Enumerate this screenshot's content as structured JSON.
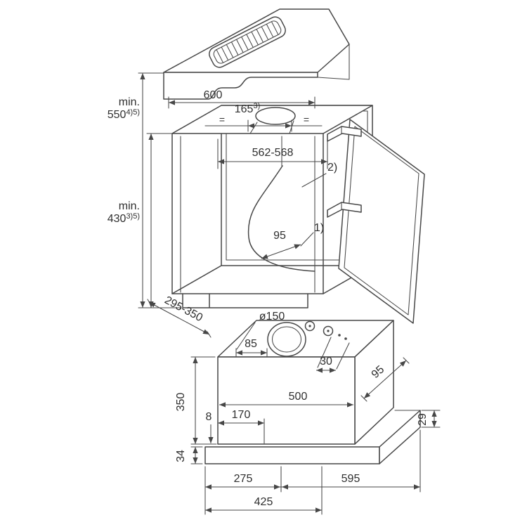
{
  "drawing": {
    "type": "appliance-installation-dimension-diagram",
    "colors": {
      "line": "#474747",
      "text": "#2f2f2f",
      "background": "#ffffff"
    },
    "upper_view": {
      "overall_width": "600",
      "cutout_width": "165",
      "cutout_width_note": "3)",
      "equal_spacing_mark": "=",
      "inner_width_range": "562-568",
      "note_2": "2)",
      "min_label": "min.",
      "min_height_total": "550",
      "min_height_total_notes": "4)5)",
      "min_height_niche": "430",
      "min_height_niche_notes": "3)5)",
      "clearance_95": "95",
      "note_1": "1)",
      "depth_range": "295-350"
    },
    "lower_view": {
      "duct_diameter": "ø150",
      "duct_offset": "85",
      "control_depth": "30",
      "rear_depth": "95",
      "body_height": "350",
      "gap": "8",
      "filter_offset": "170",
      "body_width": "500",
      "panel_thickness_right": "29",
      "panel_thickness_left": "34",
      "front_offset": "275",
      "panel_width": "595",
      "pullout_width": "425"
    }
  }
}
